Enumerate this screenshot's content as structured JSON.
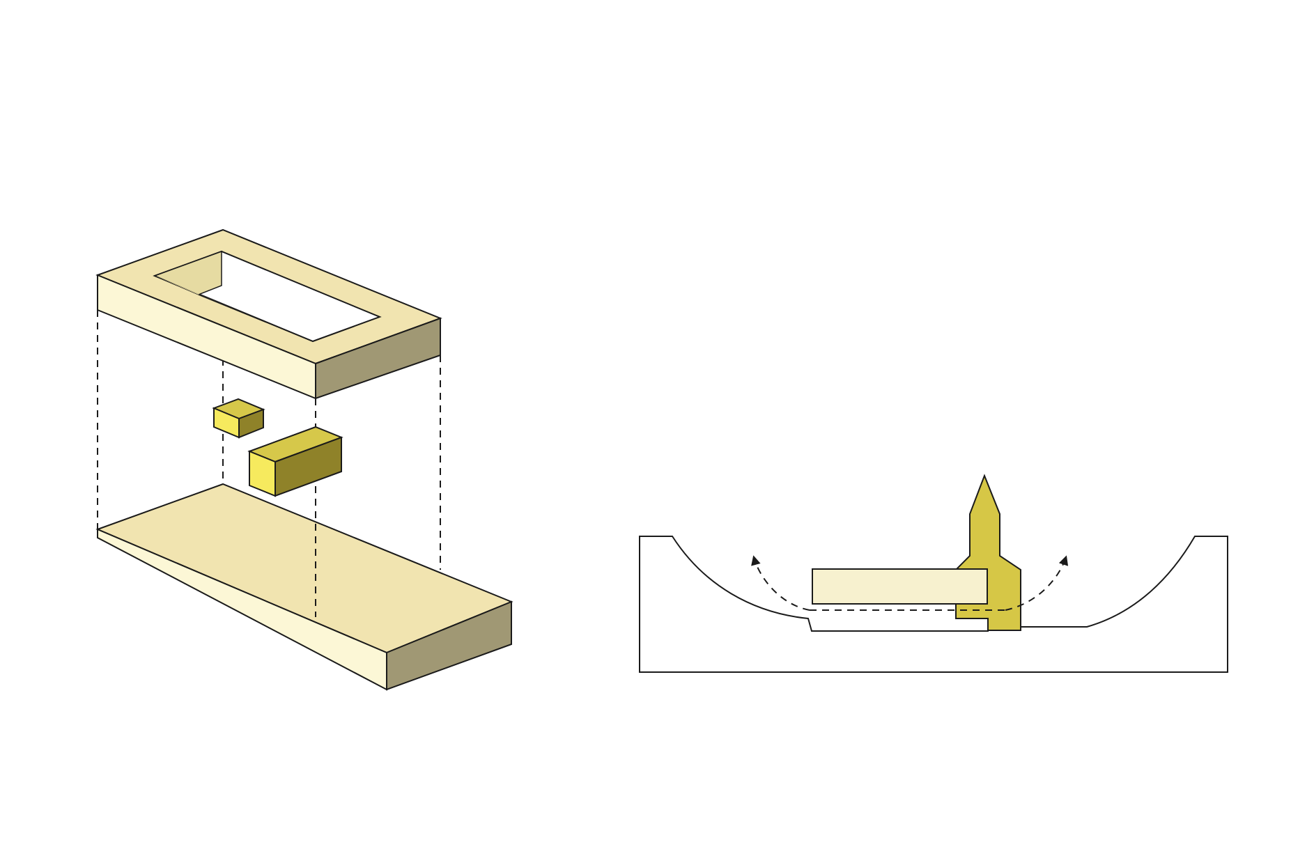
{
  "colors": {
    "background": "#ffffff",
    "outline": "#1a1a1a",
    "slab_top": "#f1e4b0",
    "slab_left": "#fcf7d6",
    "slab_right": "#a09874",
    "slab_inner_wall": "#e6dba2",
    "block_front": "#f6ea5e",
    "block_top": "#d6c84a",
    "block_side": "#8f8229",
    "tower": "#d6c746",
    "section_building": "#f7f1cf"
  },
  "diagrams": [
    {
      "kind": "exploded-axonometric",
      "parts": [
        "roof-frame-slab",
        "small-yellow-block",
        "long-yellow-block",
        "sloped-base-slab"
      ],
      "projection_lines": "dashed"
    },
    {
      "kind": "site-section",
      "parts": [
        "valley-ground",
        "low-building",
        "tower-with-spire"
      ],
      "flow_arrows": 2,
      "flow_line": "dashed"
    }
  ]
}
